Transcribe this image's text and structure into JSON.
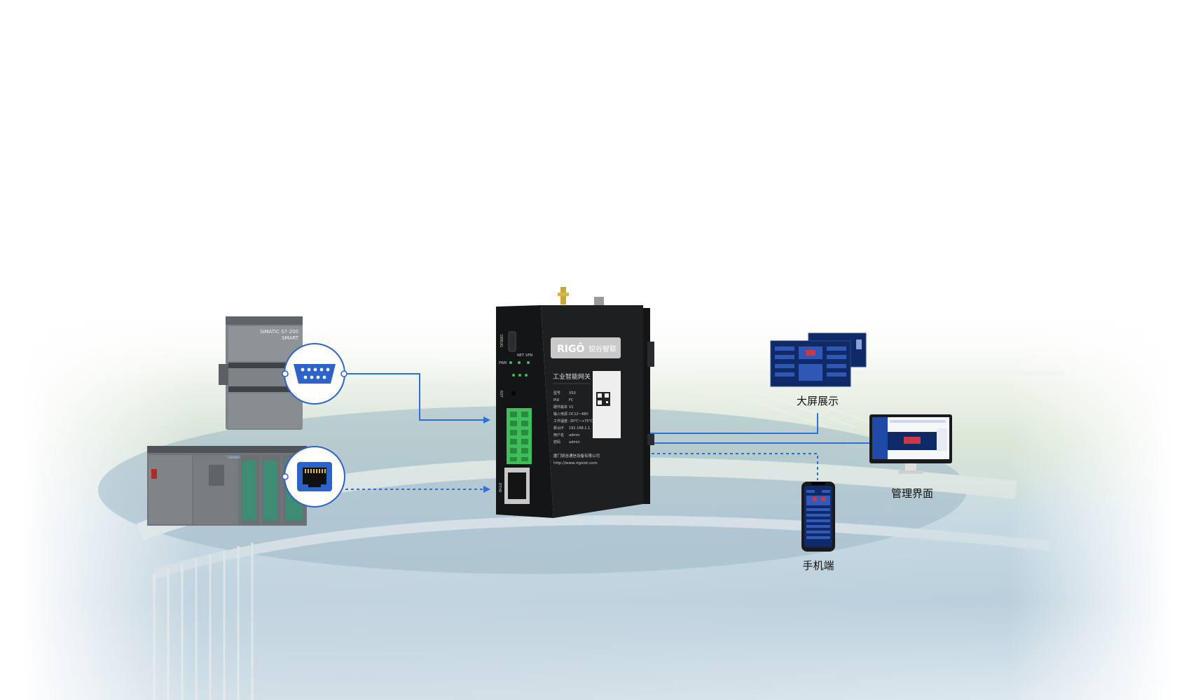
{
  "outputs": {
    "big_screen_label": "大屏展示",
    "management_label": "管理界面",
    "mobile_label": "手机端"
  },
  "gateway": {
    "brand": "RIGŌ",
    "brand_cn": "锐谷智联",
    "product_title": "工业智能网关",
    "specs": [
      {
        "key": "型号",
        "value": "X50"
      },
      {
        "key": "PID",
        "value": "FC"
      },
      {
        "key": "硬件版本",
        "value": "V1"
      },
      {
        "key": "输入电源",
        "value": "DC12~48V"
      },
      {
        "key": "工作温度",
        "value": "-30℃~+75℃"
      },
      {
        "key": "默认IP",
        "value": "192.168.1.1"
      },
      {
        "key": "用户名",
        "value": "admin"
      },
      {
        "key": "密码",
        "value": "admin"
      }
    ],
    "company": "厦门锐谷通信设备有限公司",
    "website": "http://www.rigoiot.com",
    "port_labels": {
      "debug": "DEBUG",
      "pwr": "PWR",
      "net": "NET",
      "vpn": "VPN",
      "rst": "RST",
      "eth": "ETH0"
    }
  },
  "plc": {
    "model_line1": "SIMATIC S7-200",
    "model_line2": "SMART",
    "brand": "SIEMENS"
  },
  "colors": {
    "line_blue": "#2f6fd8",
    "connector_blue": "#2c63c9",
    "gateway_body": "#1b1c1e",
    "terminal_green": "#3fbf5a",
    "screen_navy": "#0f2a66"
  },
  "icons": [
    "serial-port-icon",
    "ethernet-port-icon"
  ]
}
